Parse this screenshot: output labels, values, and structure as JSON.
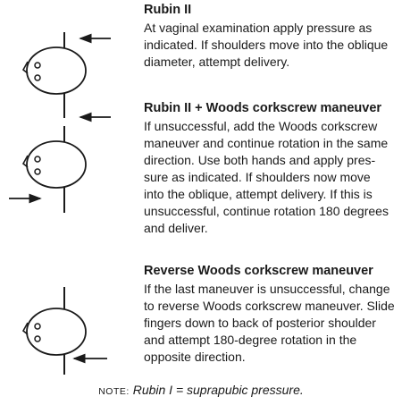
{
  "steps": [
    {
      "title": "Rubin II",
      "body": "At vaginal examination apply pressure as\nindicated. If shoulders move into the oblique\ndiameter, attempt delivery."
    },
    {
      "title": "Rubin II + Woods corkscrew maneuver",
      "body": "If unsuccessful, add the Woods corkscrew\nmaneuver and continue rotation in the same\ndirection. Use both hands and apply pres-\nsure as indicated. If shoulders now move\ninto the oblique, attempt delivery. If this is\nunsuccessful, continue rotation 180 degrees\nand deliver."
    },
    {
      "title": "Reverse Woods corkscrew maneuver",
      "body": "If the last maneuver is unsuccessful, change\nto reverse Woods corkscrew maneuver. Slide\nfingers down to back of posterior shoulder\nand attempt 180-degree rotation in the\nopposite direction."
    }
  ],
  "note": {
    "label": "NOTE:",
    "text": "Rubin I = suprapubic pressure."
  },
  "icons": {
    "fetus": "fetal-head-with-shoulder-line-icon",
    "pressure": "pressure-arrow-icon"
  }
}
